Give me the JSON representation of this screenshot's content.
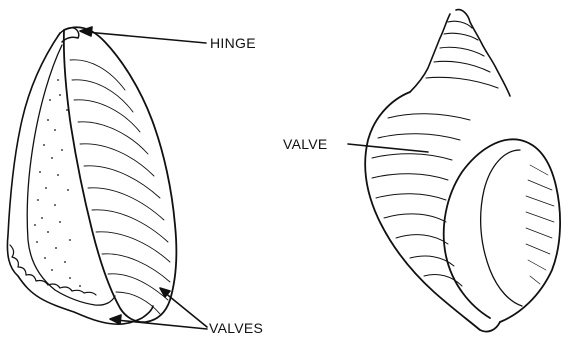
{
  "labels": {
    "hinge": "HINGE",
    "valve": "VALVE",
    "valves": "VALVES"
  },
  "colors": {
    "ink": "#111111",
    "paper": "#ffffff"
  }
}
